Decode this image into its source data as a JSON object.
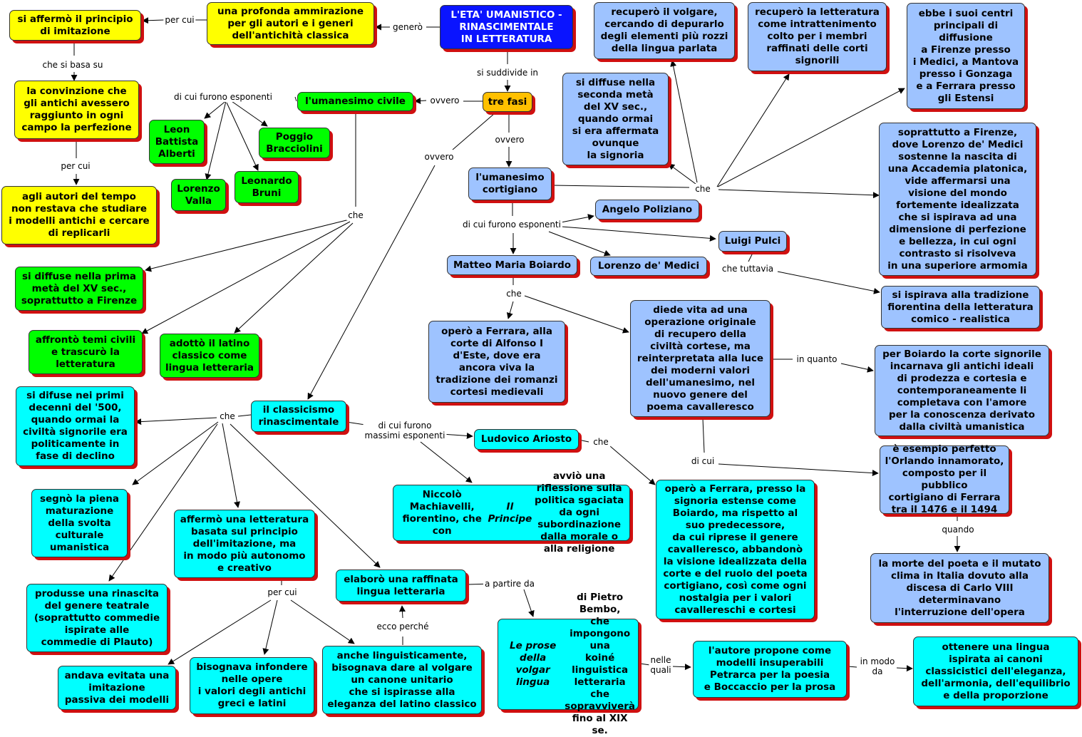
{
  "nodes": [
    {
      "id": "root",
      "text": "L'ETA' UMANISTICO -\nRINASCIMENTALE\nIN LETTERATURA",
      "color": "navy"
    },
    {
      "id": "ammirazione",
      "text": "una profonda ammirazione\nper gli autori e i generi\ndell'antichità classica",
      "color": "yellow"
    },
    {
      "id": "principio",
      "text": "si affermò il principio\ndi imitazione",
      "color": "yellow"
    },
    {
      "id": "convinzione",
      "text": "la convinzione che\ngli antichi avessero\nraggiunto in ogni\ncampo la perfezione",
      "color": "yellow"
    },
    {
      "id": "studiare",
      "text": "agli autori del tempo\nnon restava che studiare\ni modelli antichi e cercare\ndi replicarli",
      "color": "yellow"
    },
    {
      "id": "trefasi",
      "text": "tre fasi",
      "color": "orange"
    },
    {
      "id": "civile",
      "text": "l'umanesimo civile",
      "color": "green"
    },
    {
      "id": "alberti",
      "text": "Leon\nBattista\nAlberti",
      "color": "green"
    },
    {
      "id": "bracciolini",
      "text": "Poggio\nBracciolini",
      "color": "green"
    },
    {
      "id": "valla",
      "text": "Lorenzo\nValla",
      "color": "green"
    },
    {
      "id": "bruni",
      "text": "Leonardo\nBruni",
      "color": "green"
    },
    {
      "id": "primameta",
      "text": "si diffuse nella prima\nmetà del XV sec.,\nsoprattutto a Firenze",
      "color": "green"
    },
    {
      "id": "temicivili",
      "text": "affrontò temi civili\ne trascurò la\nletteratura",
      "color": "green"
    },
    {
      "id": "latino",
      "text": "adottò il latino\nclassico come\nlingua letteraria",
      "color": "green"
    },
    {
      "id": "cortigiano",
      "text": "l'umanesimo\ncortigiano",
      "color": "blue"
    },
    {
      "id": "volgare",
      "text": "recuperò il volgare,\ncercando di depurarlo\ndegli elementi più rozzi\ndella lingua parlata",
      "color": "blue"
    },
    {
      "id": "letteratura",
      "text": "recuperò la letteratura\ncome intrattenimento\ncolto per i membri\nraffinati delle corti\nsignorili",
      "color": "blue"
    },
    {
      "id": "centri",
      "text": "ebbe i suoi centri\nprincipali di\ndiffusione\na Firenze presso\ni Medici, a Mantova\npresso i Gonzaga\ne a Ferrara presso\ngli Estensi",
      "color": "blue"
    },
    {
      "id": "secondameta",
      "text": "si diffuse nella\nseconda metà\ndel XV sec.,\nquando ormai\nsi era affermata\novunque\nla signoria",
      "color": "blue"
    },
    {
      "id": "firenze",
      "text": "soprattutto a Firenze,\ndove Lorenzo de' Medici\nsostenne la nascita di\nuna Accademia platonica,\nvide affermarsi una\nvisione del mondo\nfortemente idealizzata\nche si ispirava ad una\ndimensione di perfezione\ne bellezza, in cui ogni\ncontrasto si risolveva\nin una superiore armomia",
      "color": "blue"
    },
    {
      "id": "poliziano",
      "text": "Angelo Poliziano",
      "color": "blue"
    },
    {
      "id": "pulci",
      "text": "Luigi Pulci",
      "color": "blue"
    },
    {
      "id": "boiardo",
      "text": "Matteo Maria Boiardo",
      "color": "blue"
    },
    {
      "id": "lorenzo",
      "text": "Lorenzo de' Medici",
      "color": "blue"
    },
    {
      "id": "comico",
      "text": "si ispirava alla tradizione\nfiorentina della letteratura\ncomico - realistica",
      "color": "blue"
    },
    {
      "id": "ferrara",
      "text": "operò  a Ferrara, alla\ncorte di Alfonso I\nd'Este, dove era\nancora viva la\ntradizione dei romanzi\ncortesi medievali",
      "color": "blue"
    },
    {
      "id": "operazione",
      "text": "diede vita ad una\noperazione originale\ndi recupero della\nciviltà cortese, ma\nreinterpretata alla luce\ndei moderni valori\ndell'umanesimo, nel\nnuovo genere del\npoema cavalleresco",
      "color": "blue"
    },
    {
      "id": "cortesignorile",
      "text": "per Boiardo la corte signorile\nincarnava gli antichi ideali\ndi prodezza e cortesia e\ncontemporaneamente li\ncompletava con l'amore\nper la conoscenza derivato\ndalla civiltà umanistica",
      "color": "blue"
    },
    {
      "id": "orlando",
      "text": "è esempio perfetto\nl'Orlando innamorato,\ncomposto per il pubblico\ncortigiano di Ferrara\ntra il 1476 e il 1494",
      "color": "blue"
    },
    {
      "id": "morte",
      "text": "la morte del poeta e il mutato\nclima in Italia dovuto alla\ndiscesa di Carlo VIII\ndeterminavano\nl'interruzione dell'opera",
      "color": "blue"
    },
    {
      "id": "classicismo",
      "text": "il classicismo\nrinascimentale",
      "color": "cyan"
    },
    {
      "id": "primidecenni",
      "text": "si difuse nei primi\ndecenni del '500,\nquando ormai la\nciviltà signorile era\npoliticamente in\nfase di declino",
      "color": "cyan"
    },
    {
      "id": "maturazione",
      "text": "segnò la piena\nmaturazione\ndella svolta\nculturale\numanistica",
      "color": "cyan"
    },
    {
      "id": "affermo",
      "text": "affermò una letteratura\nbasata sul principio\ndell'imitazione, ma\nin modo più autonomo\ne creativo",
      "color": "cyan"
    },
    {
      "id": "rinascita",
      "text": "produsse una rinascita\ndel genere teatrale\n(soprattutto commedie\nispirate alle\ncommedie di Plauto)",
      "color": "cyan"
    },
    {
      "id": "raffinata",
      "text": "elaborò una raffinata\nlingua letteraria",
      "color": "cyan"
    },
    {
      "id": "ariosto",
      "text": "Ludovico Ariosto",
      "color": "cyan"
    },
    {
      "id": "machiavelli",
      "text": "Niccolò Machiavelli, fiorentino, che con\n<em>Il Principe</em>  avviò una riflessione sulla\npolitica sgaciata da ogni subordinazione\ndalla morale o alla religione",
      "color": "cyan"
    },
    {
      "id": "ariostoop",
      "text": "operò a Ferrara, presso la\nsignoria estense come\nBoiardo, ma rispetto al\nsuo predecessore,\nda cui riprese il genere\ncavalleresco, abbandonò\nla visione idealizzata della\ncorte e del ruolo del poeta\ncortigiano, così come ogni\nnostalgia per i valori\ncavallereschi e cortesi",
      "color": "cyan"
    },
    {
      "id": "evitata",
      "text": "andava evitata una\nimitazione\npassiva dei modelli",
      "color": "cyan"
    },
    {
      "id": "infondere",
      "text": "bisognava infondere\nnelle opere\ni valori degli antichi\ngreci e latini",
      "color": "cyan"
    },
    {
      "id": "linguisticamente",
      "text": "anche linguisticamente,\nbisognava dare al volgare\nun canone unitario\nche si ispirasse alla\neleganza del latino classico",
      "color": "cyan"
    },
    {
      "id": "prose",
      "text": "<em>Le prose della volgar\nlingua</em> di Pietro Bembo,\nche impongono una\nkoiné linguistica\nletteraria che\nsopravviverà\nfino al XIX se.",
      "color": "cyan"
    },
    {
      "id": "modelli",
      "text": "l'autore propone come\nmodelli insuperabili\nPetrarca per la poesia\ne  Boccaccio per la prosa",
      "color": "cyan"
    },
    {
      "id": "ottenere",
      "text": "ottenere una lingua\nispirata ai canoni\nclassicistici dell'eleganza,\ndell'armonia, dell'equilibrio\ne della proporzione",
      "color": "cyan"
    }
  ],
  "labels": [
    {
      "id": "genero",
      "text": "generò"
    },
    {
      "id": "percui1",
      "text": "per cui"
    },
    {
      "id": "chesibasa",
      "text": "che si basa su"
    },
    {
      "id": "percui2",
      "text": "per cui"
    },
    {
      "id": "suddivide",
      "text": "si suddivide in"
    },
    {
      "id": "ovvero1",
      "text": "ovvero"
    },
    {
      "id": "ovvero2",
      "text": "ovvero"
    },
    {
      "id": "ovvero3",
      "text": "ovvero"
    },
    {
      "id": "esponenti1",
      "text": "di cui furono esponenti"
    },
    {
      "id": "che1",
      "text": "che"
    },
    {
      "id": "che2",
      "text": "che"
    },
    {
      "id": "esponenti2",
      "text": "di cui furono esponenti"
    },
    {
      "id": "chetuttavia",
      "text": "che tuttavia"
    },
    {
      "id": "che3",
      "text": "che"
    },
    {
      "id": "inquanto",
      "text": "in quanto"
    },
    {
      "id": "dicui",
      "text": "di cui"
    },
    {
      "id": "quando",
      "text": "quando"
    },
    {
      "id": "che4",
      "text": "che"
    },
    {
      "id": "massimi",
      "text": "di cui furono\nmassimi esponenti"
    },
    {
      "id": "che5",
      "text": "che"
    },
    {
      "id": "percui3",
      "text": "per cui"
    },
    {
      "id": "eccoperche",
      "text": "ecco perché"
    },
    {
      "id": "apartire",
      "text": "a partire da"
    },
    {
      "id": "nellequali",
      "text": "nelle\nquali"
    },
    {
      "id": "inmodo",
      "text": "in modo\nda"
    }
  ],
  "colors": {
    "yellow": "#ffff00",
    "green": "#00ff00",
    "blue": "#9ec3ff",
    "cyan": "#00ffff",
    "orange": "#ffc000",
    "navy": "#0a14ff",
    "shadow": "#d01010"
  }
}
